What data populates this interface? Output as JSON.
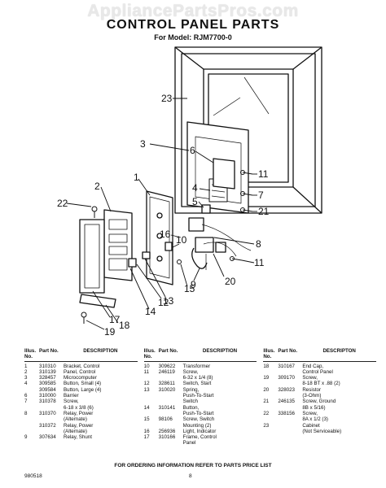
{
  "watermark": "AppliancePartsPros.com",
  "title": "CONTROL PANEL PARTS",
  "model_line": "For Model: RJM7700-0",
  "callouts": [
    "23",
    "3",
    "6",
    "11",
    "4",
    "7",
    "5",
    "21",
    "22",
    "2",
    "1",
    "8",
    "16",
    "11",
    "10",
    "9",
    "20",
    "13",
    "15",
    "12",
    "14",
    "17",
    "18",
    "19"
  ],
  "table": {
    "headers": {
      "illus": "Illus. No.",
      "part": "Part No.",
      "desc": "DESCRIPTION"
    },
    "headers_col3_desc": "DESCRIPTON",
    "columns": [
      [
        {
          "illus": "1",
          "part": "310310",
          "desc": "Bracket, Control"
        },
        {
          "illus": "2",
          "part": "310139",
          "desc": "Panel, Control"
        },
        {
          "illus": "3",
          "part": "328457",
          "desc": "Microcomputer"
        },
        {
          "illus": "4",
          "part": "309585",
          "desc": "Button, Small (4)"
        },
        {
          "illus": "",
          "part": "309584",
          "desc": "Button, Large (4)"
        },
        {
          "illus": "6",
          "part": "310000",
          "desc": "Barrier"
        },
        {
          "illus": "7",
          "part": "310378",
          "desc": "Screw,"
        },
        {
          "illus": "",
          "part": "",
          "desc": "6-18 x 3/8 (6)"
        },
        {
          "illus": "8",
          "part": "310370",
          "desc": "Relay, Power"
        },
        {
          "illus": "",
          "part": "",
          "desc": "(Alternate)"
        },
        {
          "illus": "",
          "part": "310372",
          "desc": "Relay, Power"
        },
        {
          "illus": "",
          "part": "",
          "desc": "(Alternate)"
        },
        {
          "illus": "9",
          "part": "307634",
          "desc": "Relay, Shunt"
        }
      ],
      [
        {
          "illus": "10",
          "part": "309622",
          "desc": "Transformer"
        },
        {
          "illus": "11",
          "part": "246119",
          "desc": "Screw,"
        },
        {
          "illus": "",
          "part": "",
          "desc": "6-32 x 1/4 (8)"
        },
        {
          "illus": "12",
          "part": "328611",
          "desc": "Switch, Start"
        },
        {
          "illus": "13",
          "part": "310020",
          "desc": "Spring,"
        },
        {
          "illus": "",
          "part": "",
          "desc": "Push-To-Start"
        },
        {
          "illus": "",
          "part": "",
          "desc": "Switch"
        },
        {
          "illus": "14",
          "part": "310141",
          "desc": "Button,"
        },
        {
          "illus": "",
          "part": "",
          "desc": "Push-To-Start"
        },
        {
          "illus": "15",
          "part": "98106",
          "desc": "Screw, Switch"
        },
        {
          "illus": "",
          "part": "",
          "desc": "Mounting (2)"
        },
        {
          "illus": "16",
          "part": "256936",
          "desc": "Light, Indicator"
        },
        {
          "illus": "17",
          "part": "310166",
          "desc": "Frame, Control"
        },
        {
          "illus": "",
          "part": "",
          "desc": "Panel"
        }
      ],
      [
        {
          "illus": "18",
          "part": "310167",
          "desc": "End Cap,"
        },
        {
          "illus": "",
          "part": "",
          "desc": "Control Panel"
        },
        {
          "illus": "19",
          "part": "309170",
          "desc": "Screw,"
        },
        {
          "illus": "",
          "part": "",
          "desc": "8-18 BT x .88 (2)"
        },
        {
          "illus": "20",
          "part": "328023",
          "desc": "Resistor"
        },
        {
          "illus": "",
          "part": "",
          "desc": "(3-Ohm)"
        },
        {
          "illus": "21",
          "part": "246135",
          "desc": "Screw, Ground"
        },
        {
          "illus": "",
          "part": "",
          "desc": "8B x 5/16)"
        },
        {
          "illus": "22",
          "part": "338156",
          "desc": "Screw,"
        },
        {
          "illus": "",
          "part": "",
          "desc": "8A x 1/2 (3)"
        },
        {
          "illus": "23",
          "part": "",
          "desc": "Cabinet"
        },
        {
          "illus": "",
          "part": "",
          "desc": "(Not Serviceable)"
        }
      ]
    ]
  },
  "footer": {
    "note": "FOR ORDERING INFORMATION REFER TO PARTS PRICE LIST",
    "code": "980518",
    "page": "8"
  }
}
